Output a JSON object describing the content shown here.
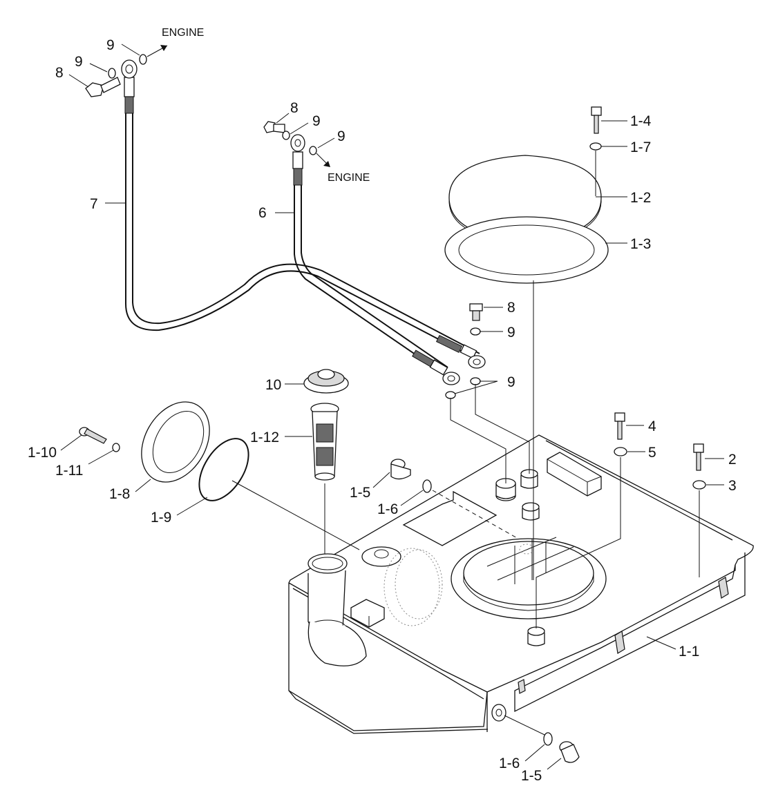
{
  "diagram": {
    "notes": {
      "engine_top": "ENGINE",
      "engine_mid": "ENGINE"
    },
    "labels": {
      "l9a": "9",
      "l9b": "9",
      "l8a": "8",
      "l8b": "8",
      "l9c": "9",
      "l9d": "9",
      "l7": "7",
      "l6": "6",
      "l1_4": "1-4",
      "l1_7": "1-7",
      "l1_2": "1-2",
      "l1_3": "1-3",
      "l8c": "8",
      "l9e": "9",
      "l9f": "9",
      "l10": "10",
      "l1_12": "1-12",
      "l1_10": "1-10",
      "l1_11": "1-11",
      "l1_8": "1-8",
      "l1_9": "1-9",
      "l1_5a": "1-5",
      "l1_6a": "1-6",
      "l4": "4",
      "l5": "5",
      "l2": "2",
      "l3": "3",
      "l1_1": "1-1",
      "l1_6b": "1-6",
      "l1_5b": "1-5"
    }
  }
}
